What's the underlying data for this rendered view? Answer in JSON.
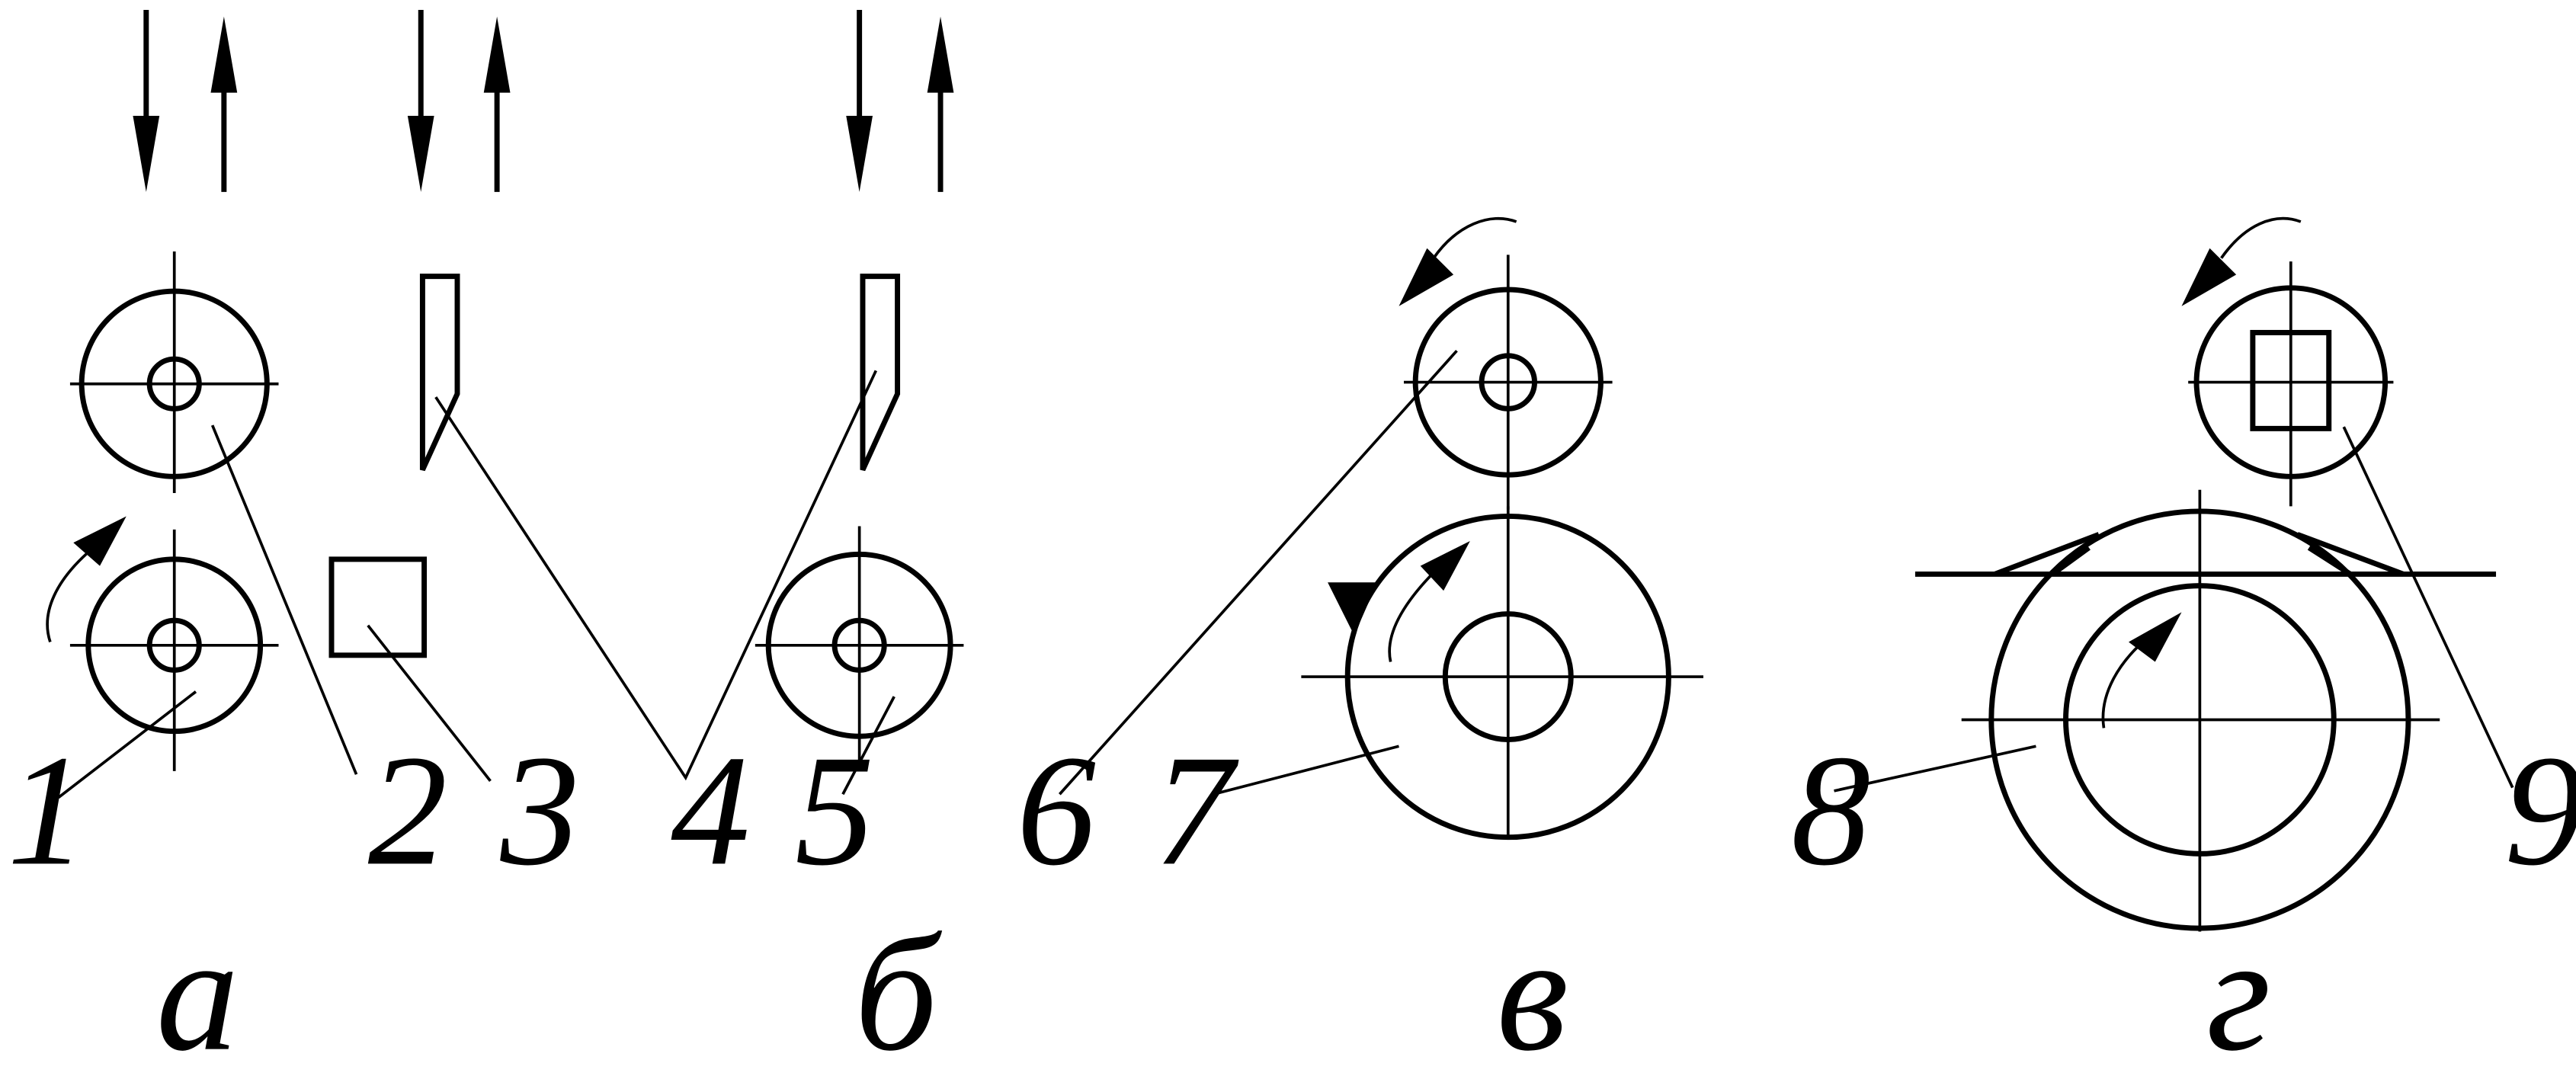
{
  "numbers": {
    "n1": "1",
    "n2": "2",
    "n3": "3",
    "n4": "4",
    "n5": "5",
    "n6": "6",
    "n7": "7",
    "n8": "8",
    "n9": "9"
  },
  "panels": {
    "a": "а",
    "b": "б",
    "v": "в",
    "g": "г"
  },
  "colors": {
    "ink": "#000000",
    "background": "#ffffff"
  }
}
